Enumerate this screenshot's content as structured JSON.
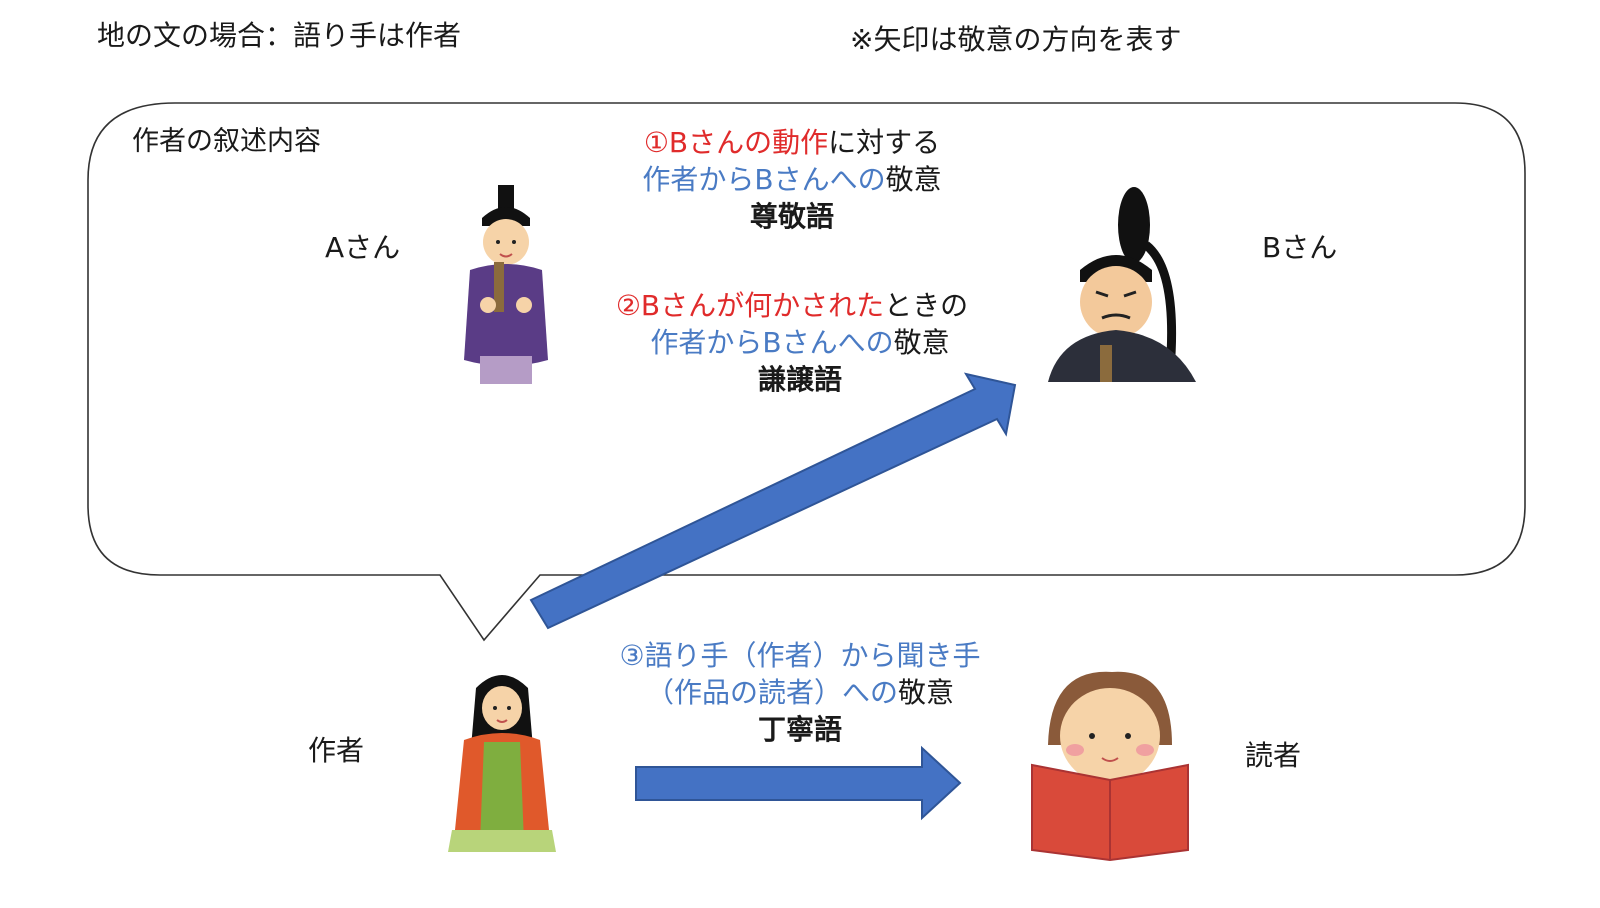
{
  "header": {
    "left": "地の文の場合：語り手は作者",
    "right": "※矢印は敬意の方向を表す"
  },
  "bubble": {
    "label": "作者の叙述内容"
  },
  "persons": {
    "a": "Aさん",
    "b": "Bさん",
    "author": "作者",
    "reader": "読者"
  },
  "notes": {
    "n1": {
      "line1_red": "①Bさんの動作",
      "line1_black": "に対する",
      "line2_blue": "作者からBさんへの",
      "line2_black": "敬意",
      "term": "尊敬語"
    },
    "n2": {
      "line1_red": "②Bさんが何かされた",
      "line1_black": "ときの",
      "line2_blue": "作者からBさんへの",
      "line2_black": "敬意",
      "term": "謙譲語"
    },
    "n3": {
      "line1_blue": "③語り手（作者）から聞き手",
      "line2_blue": "（作品の読者）への",
      "line2_black": "敬意",
      "term": "丁寧語"
    }
  },
  "colors": {
    "arrow": "#4472c4",
    "red": "#e02b2b",
    "blue": "#4a7bc4"
  }
}
